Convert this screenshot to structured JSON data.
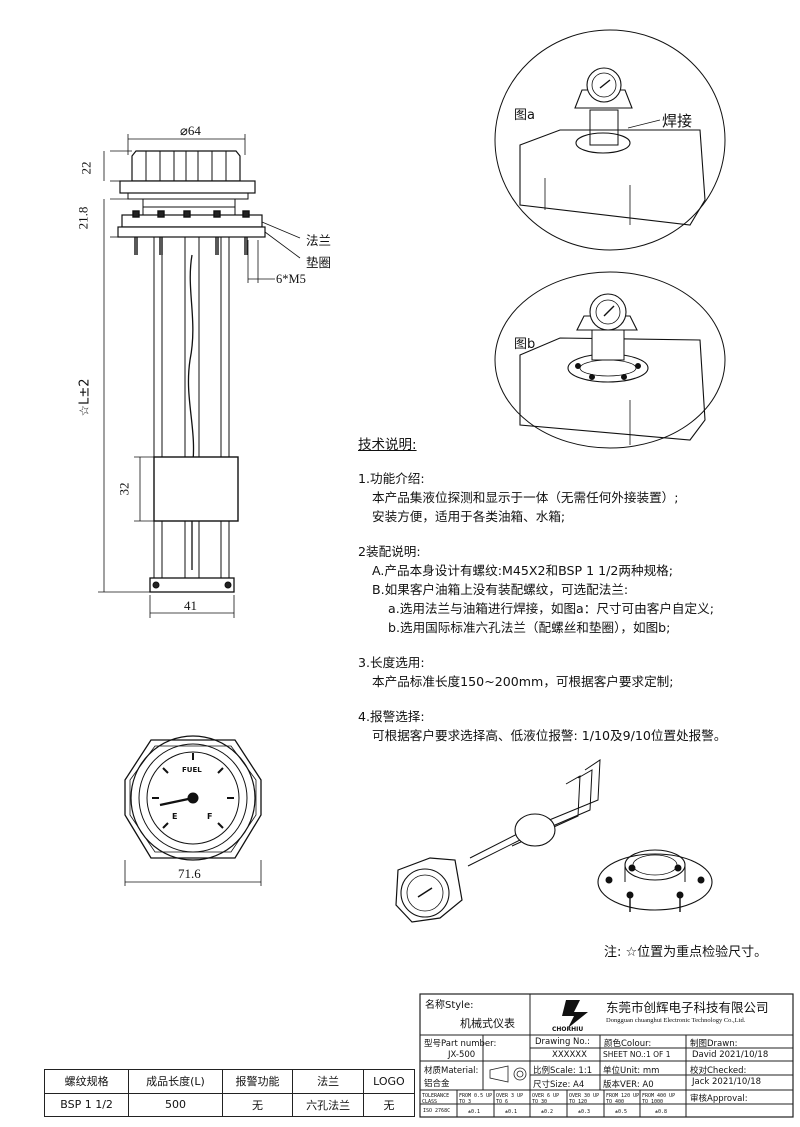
{
  "dimensions": {
    "d64": "⌀64",
    "h22": "22",
    "h21_8": "21.8",
    "flange": "法兰",
    "gasket": "垫圈",
    "m5": "6*M5",
    "length": "☆L±2",
    "h32": "32",
    "w41": "41",
    "w71_6": "71.6"
  },
  "views": {
    "fig_a": "图a",
    "weld": "焊接",
    "fig_b": "图b"
  },
  "gauge": {
    "fuel": "FUEL",
    "f": "F",
    "e": "E"
  },
  "notes": {
    "title": "技术说明:",
    "s1": "1.功能介绍:",
    "s1_l1": "本产品集液位探测和显示于一体（无需任何外接装置）;",
    "s1_l2": "安装方便，适用于各类油箱、水箱;",
    "s2": "2装配说明:",
    "s2_a": "A.产品本身设计有螺纹:M45X2和BSP 1 1/2两种规格;",
    "s2_b": "B.如果客户油箱上没有装配螺纹，可选配法兰:",
    "s2_b_a": "a.选用法兰与油箱进行焊接，如图a：尺寸可由客户自定义;",
    "s2_b_b": "b.选用国际标准六孔法兰（配螺丝和垫圈），如图b;",
    "s3": "3.长度选用:",
    "s3_l1": "本产品标准长度150~200mm，可根据客户要求定制;",
    "s4": "4.报警选择:",
    "s4_l1": "可根据客户要求选择高、低液位报警: 1/10及9/10位置处报警。",
    "star": "注: ☆位置为重点检验尺寸。"
  },
  "spec_table": {
    "headers": [
      "螺纹规格",
      "成品长度(L)",
      "报警功能",
      "法兰",
      "LOGO"
    ],
    "row": [
      "BSP 1 1/2",
      "500",
      "无",
      "六孔法兰",
      "无"
    ]
  },
  "title_block": {
    "style_label": "名称Style:",
    "style_value": "机械式仪表",
    "company_cn": "东莞市创辉电子科技有限公司",
    "company_en": "Dongguan chuanghui Electronic Technology Co.,Ltd.",
    "logo": "CHORHIU",
    "part_label": "型号Part number:",
    "part_value": "JX-500",
    "drawing_label": "Drawing No.:",
    "drawing_value": "XXXXXX",
    "colour_label": "颜色Colour:",
    "sheet": "SHEET NO.:1 OF 1",
    "drawn_label": "制图Drawn:",
    "drawn_value": "David 2021/10/18",
    "material_label": "材质Material:",
    "material_value": "铝合金",
    "scale": "比例Scale: 1:1",
    "unit": "单位Unit: mm",
    "checked_label": "校对Checked:",
    "checked_value": "Jack 2021/10/18",
    "size": "尺寸Size: A4",
    "version": "版本VER: A0",
    "approval": "审核Approval:",
    "tol_class": "TOLERANCE CLASS",
    "iso": "ISO 2768C",
    "tol": [
      "FROM 0.5 UP TO 3",
      "OVER 3 UP TO 6",
      "OVER 6 UP TO 30",
      "OVER 30 UP TO 120",
      "FROM 120 UP TO 400",
      "FROM 400 UP TO 1000"
    ],
    "tol_vals": [
      "±0.1",
      "±0.1",
      "±0.2",
      "±0.3",
      "±0.5",
      "±0.8"
    ]
  }
}
